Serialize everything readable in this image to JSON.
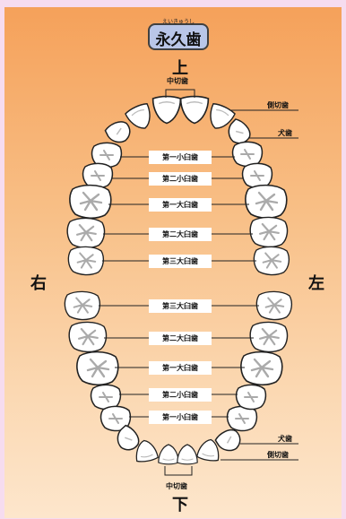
{
  "title": {
    "ruby": "えいきゅうし",
    "main": "永久歯"
  },
  "directions": {
    "up": "上",
    "down": "下",
    "right": "右",
    "left": "左"
  },
  "labels": {
    "central_incisor": "中切歯",
    "lateral_incisor": "側切歯",
    "canine": "犬歯",
    "upper_molars": [
      "第一小臼歯",
      "第二小臼歯",
      "第一大臼歯",
      "第二大臼歯",
      "第三大臼歯"
    ],
    "lower_molars": [
      "第三大臼歯",
      "第二大臼歯",
      "第一大臼歯",
      "第二小臼歯",
      "第一小臼歯"
    ]
  },
  "colors": {
    "bg_frame": "#f6dcef",
    "title_box": "#b9c6e8",
    "gradient_top": "#f5a15a",
    "gradient_bottom": "#fde6cc"
  }
}
